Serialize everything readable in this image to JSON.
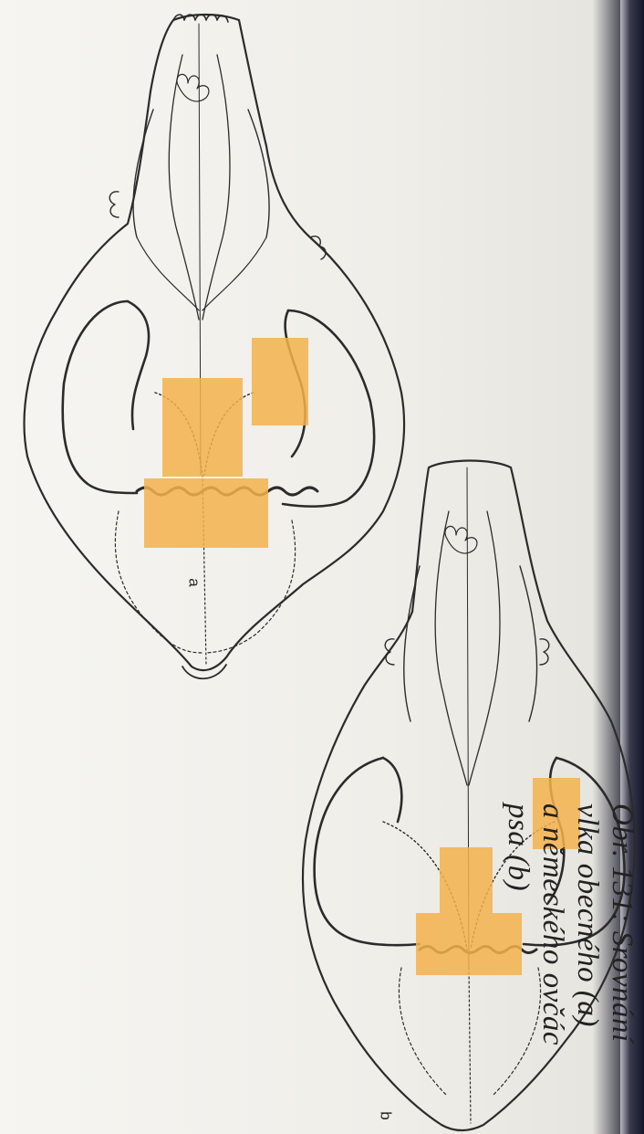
{
  "figure": {
    "label_a": "a",
    "label_b": "b",
    "highlight_color": "#f3b24b",
    "line_color": "#2b2b2b"
  },
  "caption": {
    "line1": "Obr. 131: Srovnání",
    "line2": "vlka obecného (a)",
    "line3": "a německého ovčác",
    "line4": "psa (b)"
  }
}
